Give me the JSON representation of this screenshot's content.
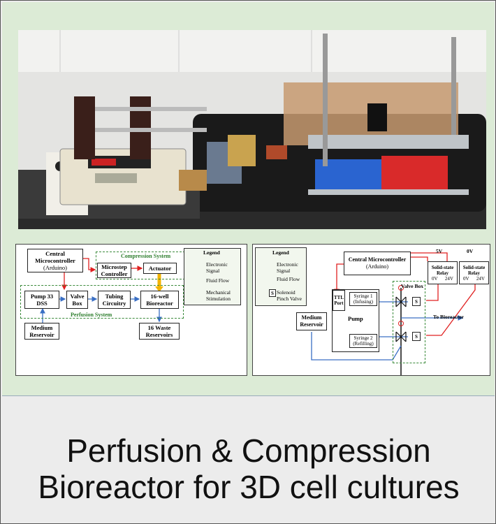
{
  "left_diagram": {
    "central_microcontroller": "Central\nMicrocontroller",
    "arduino": "(Arduino)",
    "compression_system": "Compression System",
    "microstep_controller": "Microstep\nController",
    "actuator": "Actuator",
    "pump": "Pump 33\nDSS",
    "valve_box": "Valve\nBox",
    "tubing": "Tubing\nCircuitry",
    "bioreactor": "16-well\nBioreactor",
    "perfusion_system": "Perfusion System",
    "medium_reservoir": "Medium\nReservoir",
    "waste": "16 Waste\nReservoirs",
    "legend_title": "Legend",
    "legend": [
      "Electronic\nSignal",
      "Fluid Flow",
      "Mechanical\nStimulation"
    ]
  },
  "right_diagram": {
    "legend_title": "Legend",
    "legend": [
      "Electronic\nSignal",
      "Fluid Flow",
      "Solenoid\nPinch Valve"
    ],
    "solenoid_s": "S",
    "central_microcontroller": "Central Microcontroller",
    "arduino": "(Arduino)",
    "voltage_5v": "5V",
    "voltage_0v": "0V",
    "relay1": "Solid-state\nRelay",
    "relay2": "Solid-state\nRelay",
    "relay1_terms": "0V      24V",
    "relay2_terms": "0V      24V",
    "ttl_port": "TTL\nPort",
    "syringe1": "Syringe 1\n(Infusing)",
    "syringe2": "Syringe 2\n(Refilling)",
    "pump": "Pump",
    "valve_box": "Valve Box",
    "to_bioreactor": "To Bioreactor",
    "medium_reservoir": "Medium\nReservoir"
  },
  "caption": {
    "line1": "Perfusion & Compression",
    "line2": "Bioreactor for 3D cell cultures"
  },
  "colors": {
    "signal": "#e02020",
    "fluid": "#3a6fc4",
    "mechanical": "#f2b400",
    "dashed": "#3a8a3a"
  }
}
